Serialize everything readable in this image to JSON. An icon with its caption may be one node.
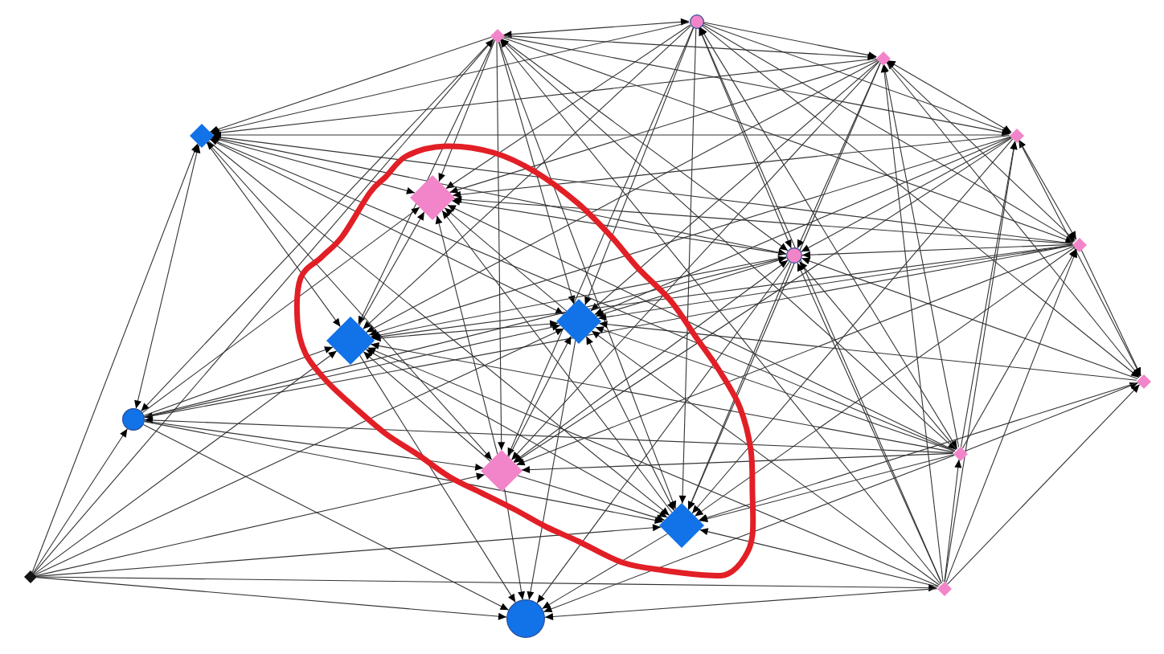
{
  "diagram": {
    "nodes": [
      {
        "text": [],
        "shape": "circle"
      },
      {
        "text": [],
        "shape": "diamond"
      },
      {
        "text": [],
        "shape": "diamond"
      },
      {
        "text": [],
        "shape": "diamond"
      },
      {
        "text": [],
        "shape": "diamond"
      },
      {
        "text": [],
        "shape": "ellipse"
      },
      {
        "text": [],
        "shape": "diamond",
        "in": 5
      },
      {
        "text": [],
        "shape": "circle"
      },
      {
        "text": [],
        "shape": "diamond"
      },
      {
        "text": [],
        "shape": "diamond",
        "in": 5
      },
      {
        "text": [],
        "shape": "diamond",
        "in": 5
      },
      {
        "text": [],
        "shape": "diamond"
      },
      {
        "text": [],
        "shape": "circle"
      },
      {
        "text": [],
        "shape": "diamond"
      },
      {
        "text": [],
        "shape": "diamond",
        "in": 5
      },
      {
        "text": [],
        "shape": "diamond",
        "in": 5
      },
      {
        "text": [],
        "shape": "diamond"
      },
      {
        "text": [],
        "shape": "diamond"
      },
      {
        "text": [],
        "shape": "circle"
      }
    ],
    "edges": [
      {
        "from": 0,
        "to": 1,
        "arrow": "both"
      },
      {
        "from": 0,
        "to": 2,
        "arrow": "to"
      },
      {
        "from": 0,
        "to": 3,
        "arrow": "to"
      },
      {
        "from": 0,
        "to": 4,
        "arrow": "to"
      },
      {
        "from": 0,
        "to": 6,
        "arrow": "to"
      },
      {
        "from": 0,
        "to": 7,
        "arrow": "to"
      },
      {
        "from": 0,
        "to": 8,
        "arrow": "to"
      },
      {
        "from": 0,
        "to": 9,
        "arrow": "to"
      },
      {
        "from": 0,
        "to": 10,
        "arrow": "to"
      },
      {
        "from": 0,
        "to": 11,
        "arrow": "to"
      },
      {
        "from": 0,
        "to": 13,
        "arrow": "both"
      },
      {
        "from": 0,
        "to": 14,
        "arrow": "to"
      },
      {
        "from": 0,
        "to": 15,
        "arrow": "to"
      },
      {
        "from": 17,
        "to": 0,
        "arrow": "to"
      },
      {
        "from": 1,
        "to": 2,
        "arrow": "to"
      },
      {
        "from": 1,
        "to": 3,
        "arrow": "to"
      },
      {
        "from": 1,
        "to": 4,
        "arrow": "to"
      },
      {
        "from": 1,
        "to": 6,
        "arrow": "to"
      },
      {
        "from": 1,
        "to": 7,
        "arrow": "to"
      },
      {
        "from": 1,
        "to": 8,
        "arrow": "to"
      },
      {
        "from": 1,
        "to": 9,
        "arrow": "to"
      },
      {
        "from": 1,
        "to": 10,
        "arrow": "to"
      },
      {
        "from": 1,
        "to": 12,
        "arrow": "to"
      },
      {
        "from": 1,
        "to": 13,
        "arrow": "both"
      },
      {
        "from": 1,
        "to": 14,
        "arrow": "to"
      },
      {
        "from": 1,
        "to": 15,
        "arrow": "to"
      },
      {
        "from": 16,
        "to": 1,
        "arrow": "to"
      },
      {
        "from": 17,
        "to": 1,
        "arrow": "to"
      },
      {
        "from": 2,
        "to": 3,
        "arrow": "to"
      },
      {
        "from": 2,
        "to": 4,
        "arrow": "both"
      },
      {
        "from": 2,
        "to": 6,
        "arrow": "to"
      },
      {
        "from": 2,
        "to": 7,
        "arrow": "to"
      },
      {
        "from": 2,
        "to": 8,
        "arrow": "both"
      },
      {
        "from": 2,
        "to": 9,
        "arrow": "to"
      },
      {
        "from": 2,
        "to": 10,
        "arrow": "to"
      },
      {
        "from": 2,
        "to": 11,
        "arrow": "to"
      },
      {
        "from": 13,
        "to": 2,
        "arrow": "to"
      },
      {
        "from": 2,
        "to": 14,
        "arrow": "to"
      },
      {
        "from": 2,
        "to": 15,
        "arrow": "to"
      },
      {
        "from": 17,
        "to": 2,
        "arrow": "to"
      },
      {
        "from": 4,
        "to": 3,
        "arrow": "to"
      },
      {
        "from": 3,
        "to": 6,
        "arrow": "to"
      },
      {
        "from": 3,
        "to": 7,
        "arrow": "both"
      },
      {
        "from": 8,
        "to": 3,
        "arrow": "to"
      },
      {
        "from": 3,
        "to": 9,
        "arrow": "to"
      },
      {
        "from": 3,
        "to": 10,
        "arrow": "to"
      },
      {
        "from": 3,
        "to": 12,
        "arrow": "both"
      },
      {
        "from": 13,
        "to": 3,
        "arrow": "to"
      },
      {
        "from": 3,
        "to": 14,
        "arrow": "both"
      },
      {
        "from": 3,
        "to": 15,
        "arrow": "to"
      },
      {
        "from": 16,
        "to": 3,
        "arrow": "to"
      },
      {
        "from": 4,
        "to": 6,
        "arrow": "to"
      },
      {
        "from": 4,
        "to": 7,
        "arrow": "to"
      },
      {
        "from": 4,
        "to": 8,
        "arrow": "both"
      },
      {
        "from": 4,
        "to": 9,
        "arrow": "to"
      },
      {
        "from": 4,
        "to": 10,
        "arrow": "to"
      },
      {
        "from": 4,
        "to": 11,
        "arrow": "to"
      },
      {
        "from": 13,
        "to": 4,
        "arrow": "to"
      },
      {
        "from": 4,
        "to": 14,
        "arrow": "to"
      },
      {
        "from": 4,
        "to": 15,
        "arrow": "to"
      },
      {
        "from": 17,
        "to": 4,
        "arrow": "to"
      },
      {
        "from": 7,
        "to": 6,
        "arrow": "to"
      },
      {
        "from": 8,
        "to": 6,
        "arrow": "to"
      },
      {
        "from": 9,
        "to": 6,
        "arrow": "to"
      },
      {
        "from": 10,
        "to": 6,
        "arrow": "to"
      },
      {
        "from": 12,
        "to": 6,
        "arrow": "to"
      },
      {
        "from": 13,
        "to": 6,
        "arrow": "to"
      },
      {
        "from": 14,
        "to": 6,
        "arrow": "to"
      },
      {
        "from": 15,
        "to": 6,
        "arrow": "to"
      },
      {
        "from": 8,
        "to": 7,
        "arrow": "to"
      },
      {
        "from": 7,
        "to": 9,
        "arrow": "to"
      },
      {
        "from": 7,
        "to": 10,
        "arrow": "to"
      },
      {
        "from": 11,
        "to": 7,
        "arrow": "to"
      },
      {
        "from": 12,
        "to": 7,
        "arrow": "to"
      },
      {
        "from": 13,
        "to": 7,
        "arrow": "to"
      },
      {
        "from": 7,
        "to": 14,
        "arrow": "both"
      },
      {
        "from": 7,
        "to": 15,
        "arrow": "to"
      },
      {
        "from": 17,
        "to": 7,
        "arrow": "to"
      },
      {
        "from": 7,
        "to": 18,
        "arrow": "to"
      },
      {
        "from": 8,
        "to": 9,
        "arrow": "to"
      },
      {
        "from": 8,
        "to": 10,
        "arrow": "to"
      },
      {
        "from": 8,
        "to": 11,
        "arrow": "to"
      },
      {
        "from": 8,
        "to": 12,
        "arrow": "to"
      },
      {
        "from": 13,
        "to": 8,
        "arrow": "to"
      },
      {
        "from": 8,
        "to": 14,
        "arrow": "to"
      },
      {
        "from": 8,
        "to": 15,
        "arrow": "to"
      },
      {
        "from": 17,
        "to": 8,
        "arrow": "to"
      },
      {
        "from": 9,
        "to": 10,
        "arrow": "both"
      },
      {
        "from": 12,
        "to": 9,
        "arrow": "to"
      },
      {
        "from": 13,
        "to": 9,
        "arrow": "to"
      },
      {
        "from": 14,
        "to": 9,
        "arrow": "to"
      },
      {
        "from": 9,
        "to": 15,
        "arrow": "both"
      },
      {
        "from": 16,
        "to": 9,
        "arrow": "to"
      },
      {
        "from": 17,
        "to": 9,
        "arrow": "to"
      },
      {
        "from": 9,
        "to": 18,
        "arrow": "to"
      },
      {
        "from": 11,
        "to": 10,
        "arrow": "to"
      },
      {
        "from": 12,
        "to": 10,
        "arrow": "to"
      },
      {
        "from": 13,
        "to": 10,
        "arrow": "to"
      },
      {
        "from": 14,
        "to": 10,
        "arrow": "to"
      },
      {
        "from": 10,
        "to": 15,
        "arrow": "both"
      },
      {
        "from": 16,
        "to": 10,
        "arrow": "to"
      },
      {
        "from": 17,
        "to": 10,
        "arrow": "to"
      },
      {
        "from": 10,
        "to": 18,
        "arrow": "to"
      },
      {
        "from": 13,
        "to": 11,
        "arrow": "to"
      },
      {
        "from": 11,
        "to": 15,
        "arrow": "to"
      },
      {
        "from": 17,
        "to": 11,
        "arrow": "to"
      },
      {
        "from": 13,
        "to": 12,
        "arrow": "to"
      },
      {
        "from": 12,
        "to": 14,
        "arrow": "to"
      },
      {
        "from": 12,
        "to": 15,
        "arrow": "to"
      },
      {
        "from": 16,
        "to": 12,
        "arrow": "to"
      },
      {
        "from": 12,
        "to": 18,
        "arrow": "to"
      },
      {
        "from": 13,
        "to": 14,
        "arrow": "to"
      },
      {
        "from": 13,
        "to": 15,
        "arrow": "to"
      },
      {
        "from": 17,
        "to": 13,
        "arrow": "to"
      },
      {
        "from": 13,
        "to": 18,
        "arrow": "to"
      },
      {
        "from": 14,
        "to": 15,
        "arrow": "to"
      },
      {
        "from": 16,
        "to": 14,
        "arrow": "to"
      },
      {
        "from": 14,
        "to": 18,
        "arrow": "to"
      },
      {
        "from": 16,
        "to": 15,
        "arrow": "to"
      },
      {
        "from": 17,
        "to": 15,
        "arrow": "to"
      },
      {
        "from": 15,
        "to": 18,
        "arrow": "to"
      },
      {
        "from": 16,
        "to": 17,
        "arrow": "to"
      },
      {
        "from": 16,
        "to": 18,
        "arrow": "to"
      },
      {
        "from": 17,
        "to": 18,
        "arrow": "to"
      }
    ]
  }
}
